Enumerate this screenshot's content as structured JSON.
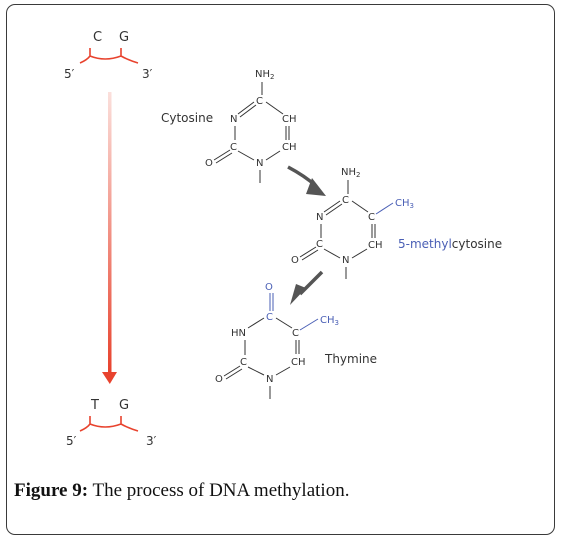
{
  "diagram": {
    "top_strand": {
      "base1": "C",
      "base2": "G",
      "end5": "5′",
      "end3": "3′"
    },
    "bottom_strand": {
      "base1": "T",
      "base2": "G",
      "end5": "5′",
      "end3": "3′"
    },
    "cytosine": {
      "name": "Cytosine",
      "nh2": "NH",
      "nh2_sub": "2",
      "n": "N",
      "c": "C",
      "ch": "CH",
      "o": "O"
    },
    "methylcytosine": {
      "name_prefix": "5-methyl",
      "name_suffix": "cytosine",
      "nh2": "NH",
      "nh2_sub": "2",
      "ch3": "CH",
      "ch3_sub": "3",
      "n": "N",
      "c": "C",
      "ch": "CH",
      "o": "O"
    },
    "thymine": {
      "name": "Thymine",
      "hn": "HN",
      "ch3": "CH",
      "ch3_sub": "3",
      "n": "N",
      "c": "C",
      "ch": "CH",
      "o": "O"
    },
    "colors": {
      "red": "#e8432e",
      "blue": "#4a5fb5",
      "gray_arrow": "#555555",
      "bond": "#333333"
    }
  },
  "caption": {
    "label": "Figure 9:",
    "text": " The process of DNA methylation."
  }
}
